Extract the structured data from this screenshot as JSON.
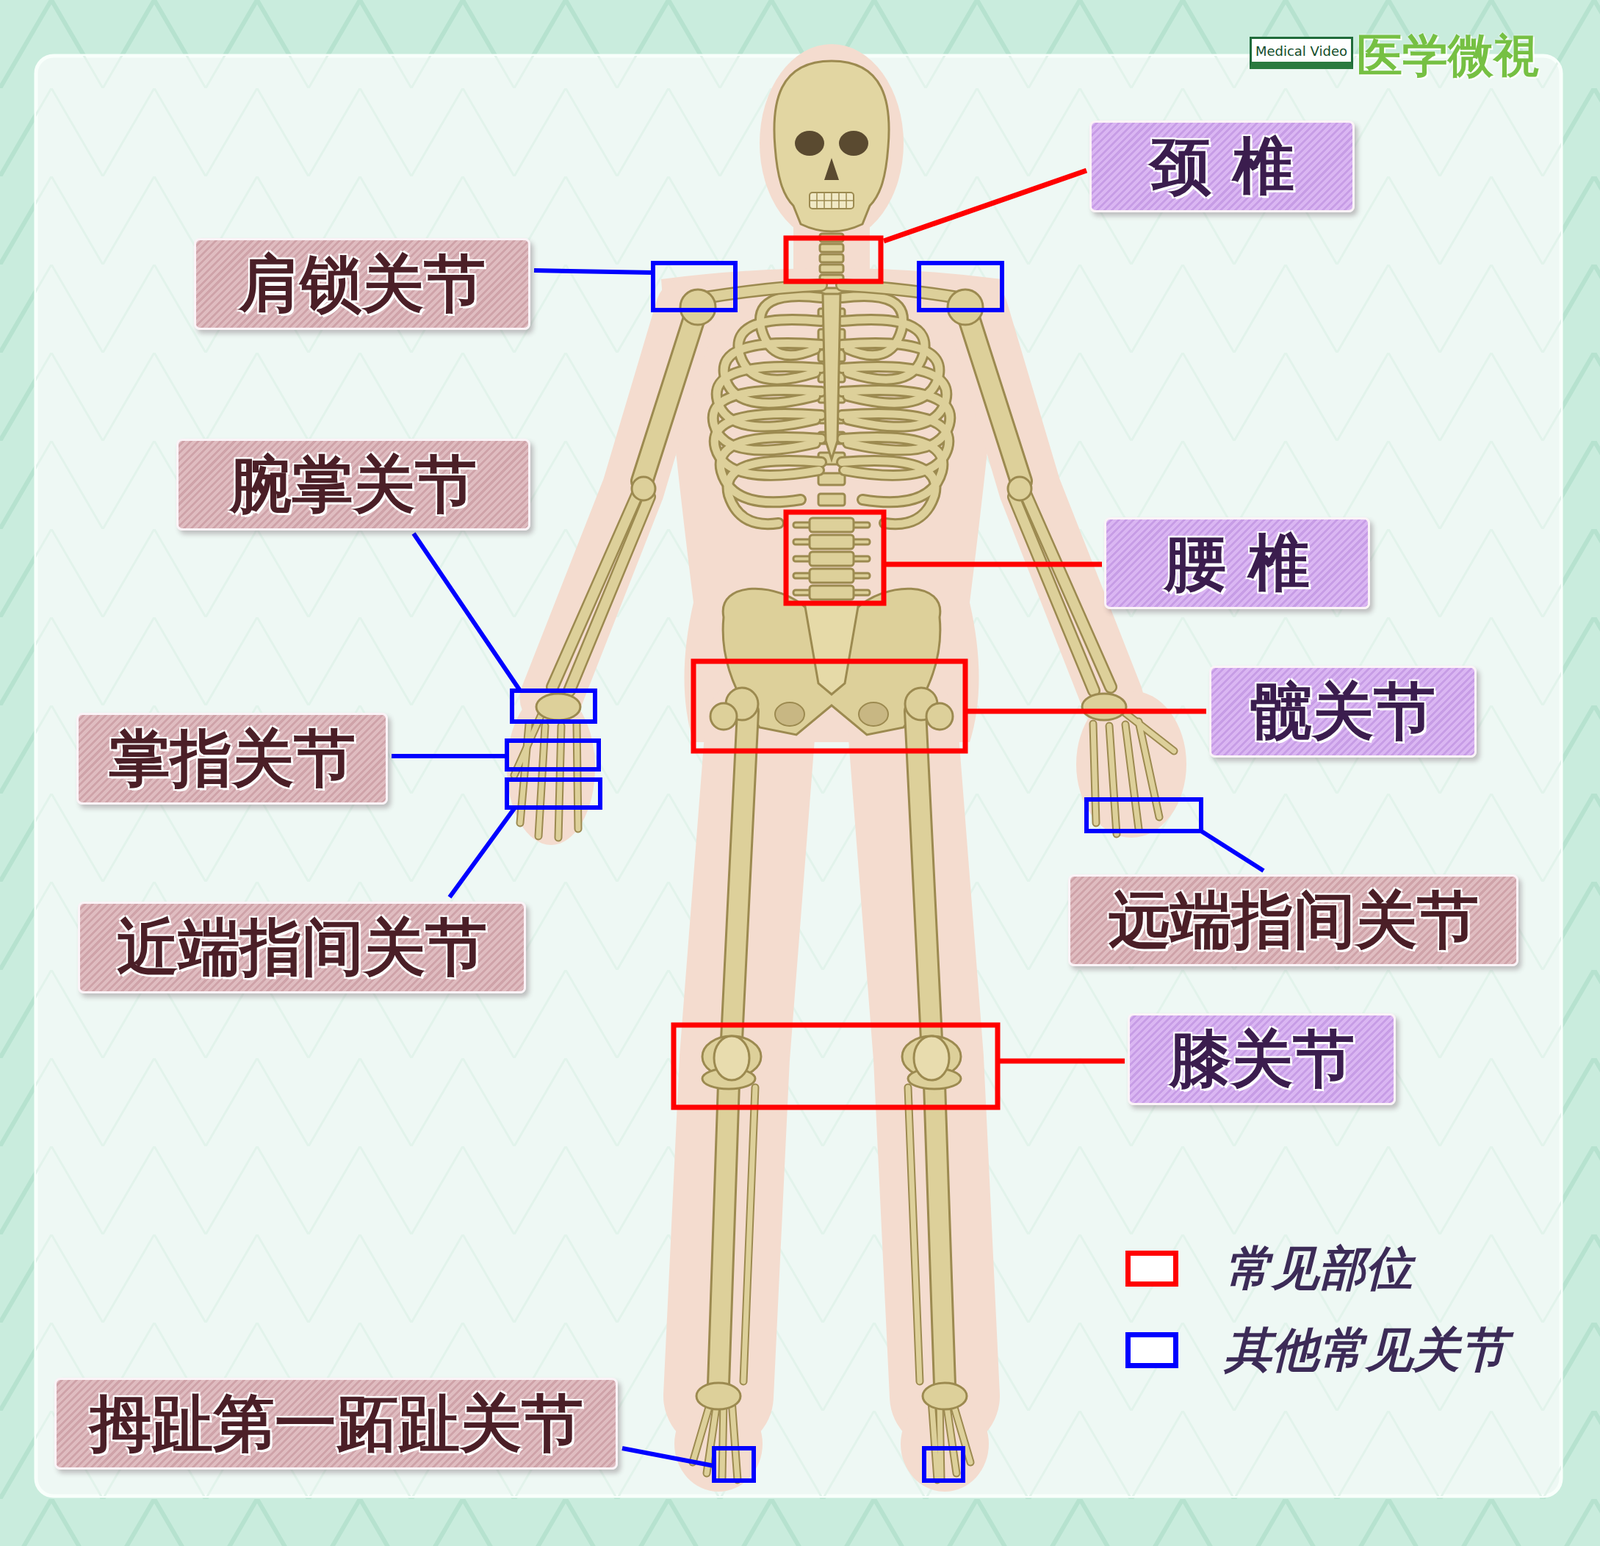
{
  "diagram": {
    "nodes": [
      {
        "text": [
          "颈 椎"
        ]
      },
      {
        "text": [
          "肩锁关节"
        ]
      },
      {
        "text": [
          "腕掌关节"
        ]
      },
      {
        "text": [
          "腰 椎"
        ]
      },
      {
        "text": [
          "髋关节"
        ]
      },
      {
        "text": [
          "掌指关节"
        ]
      },
      {
        "text": [
          "近端指间关节"
        ]
      },
      {
        "text": [
          "远端指间关节"
        ]
      },
      {
        "text": [
          "膝关节"
        ]
      },
      {
        "text": [
          "拇趾第一跖趾关节"
        ]
      }
    ],
    "labels": [
      "Medical Video",
      "医学微視"
    ],
    "legend": [
      {
        "text": "常见部位",
        "color": "#ff0000"
      },
      {
        "text": "其他常见关节",
        "color": "#0000ff"
      }
    ]
  }
}
